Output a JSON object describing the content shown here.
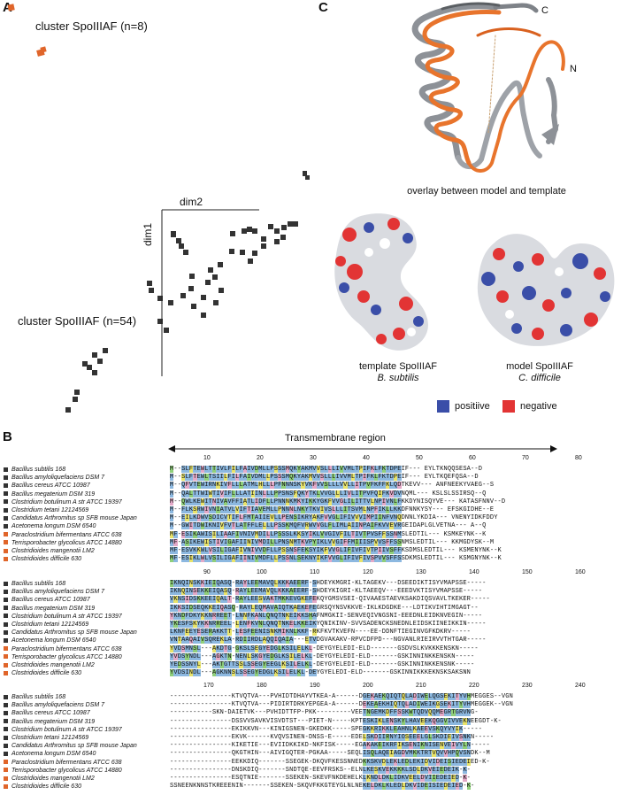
{
  "panels": {
    "A": "A",
    "B": "B",
    "C": "C"
  },
  "colors": {
    "cluster_dark": "#333333",
    "cluster_orange": "#e0652a",
    "positive": "#3a4ea8",
    "negative": "#e23434",
    "template_ribbon": "#9ea2a8",
    "model_ribbon": "#e8742c",
    "tm_blue": "#8cb8e0",
    "conserved_green": "#8fcf7a",
    "conserved_pink": "#e3a9c8",
    "conserved_yellow": "#e8e36a"
  },
  "panel_a": {
    "cluster_small_label": "cluster SpoIIIAF (n=8)",
    "cluster_large_label": "cluster SpoIIIAF (n=54)",
    "axis_x_label": "dim2",
    "axis_y_label": "dim1"
  },
  "panel_c": {
    "ribbon_caption": "overlay between model and template",
    "c_terminus": "C",
    "n_terminus": "N",
    "template_title": "template SpoIIIAF",
    "template_species": "B. subtilis",
    "model_title": "model SpoIIIAF",
    "model_species": "C. difficile",
    "legend_positive": "positiive",
    "legend_negative": "negative"
  },
  "panel_b": {
    "region_label": "Transmembrane region",
    "species": [
      {
        "name": "Bacillus subtilis 168",
        "group": "dark"
      },
      {
        "name": "Bacillus amyloliquefaciens DSM 7",
        "group": "dark"
      },
      {
        "name": "Bacillus cereus ATCC 10987",
        "group": "dark"
      },
      {
        "name": "Bacillus megaterium DSM 319",
        "group": "dark"
      },
      {
        "name": "Clostridium botulinum A str ATCC 19397",
        "group": "dark"
      },
      {
        "name": "Clostridium tetani 12124569",
        "group": "dark"
      },
      {
        "name": "Candidatus Arthromitus sp SFB mouse Japan",
        "group": "dark"
      },
      {
        "name": "Acetonema longum DSM 6540",
        "group": "dark"
      },
      {
        "name": "Paraclostridium bifermentans ATCC 638",
        "group": "orange"
      },
      {
        "name": "Terrisporobacter glycolicus ATCC 14880",
        "group": "orange"
      },
      {
        "name": "Clostridioides mangenotii LM2",
        "group": "orange"
      },
      {
        "name": "Clostridioides difficile 630",
        "group": "orange"
      }
    ],
    "blocks": [
      {
        "ruler": [
          "10",
          "20",
          "30",
          "40",
          "50",
          "60",
          "70",
          "80"
        ],
        "rows": [
          "M--SLFTEWLTTIVLFILFAIVDMLLPSSSMQKYAKMVVSLLLIVVMLTPIFKLFKTDPEIF--- EYLTKNQQSESA--D",
          "M--SLFTEWLTSIILFILFAIVDMLLPSSSMQKYAKMVVSLLLIVVMLTPIFKLFKTDPEIF--- EYLTKQEFQSA--D",
          "M--QFVTEWIRNKIVFLLLATMLHLLLPFNNNSKYVKFVVSLLLVVLLITPVFKFFKLQDTKEVV--- ANFNEEKYVAEG--S",
          "M--QALTTWIWTIVIFLLLATIINLLLPPSNSFQKYTKLVVGLLLIVLITPVFQIFKVDVNQML--- KSLSLSSIRSQ--Q",
          "M--QWLKEWITNIVAVFFIATLIDFLLPNNNKMKYIKKYGKFVVGLILITTVLNPIVNLFKKDYNISQYVE--- KATASFNNV--D",
          "M--FLKSRWIVNIATVLVIFTIAVEMLLPNNNLNKYTKVIVSLLLITSVMLNPFIKLLKKDFNNKYSY--- EFSKGIDHE--E",
          "M--EILKDWVSDICVTIFLFMTAIIEVLLPENSIKRYAKFVVGLIFIVVVIMPIINFVNQDNNLYKDIA--- VNENYIDKFDDY",
          "M--GWITDWIKNIVFVTLATFFLELLLPSSKMQFVRWVVGLFLIMLAIINPAIFKVVEVRGEIDAPLGLVETNA--- A--Q",
          "MF-ESIKAWISILIAAFIVNIVMDILLPSSSLKKSYIKLVVGIVFILTIVTPVSFFSSNMSLEDTIL--- KSMKEYNK--K",
          "MF-ASIKEWISTIVIGAFIINIVMDILLPNSNMTKVPYIKLVVGIFFMIIISPVVSFFSSNMSLEDTIL--- KKMGDYSK--M",
          "MF-ESVKKWLVSILIGAFIVNIVVDFLLPSSNSFEKSYIKFVVGLIFIVFIVTPIIVSFFKSDMSLEDTIL--- KSMENYNK--K",
          "MF-ESIKLWLVSILIGAFIINIVMDFLLPSSNLSEKNYIKFVVGLIFIVFIVSPVVSFFSSDKMSLEDTIL--- KSMGNYNK--K"
        ]
      },
      {
        "ruler": [
          "90",
          "100",
          "110",
          "120",
          "130",
          "140",
          "150",
          "160"
        ],
        "rows": [
          "IKNQINSKKIEIQASQ-RAYLEEMAVQLKKKAEERF-SHDEYKMGRI-KLTAGEKV---DSEEDIKTISYVMAPSSE-----",
          "IKNQINSEKKEIQASQ-RAYLEEMAVQLKKKAEERF-SHDEYKIGRI-KLTAEEQV---EEEDVKTISYVMAPSSE-----",
          "VKNSIDSKKEEIQALT-RAYLEESVAKTMKKEVGKEFEKQYGMSVSEI-QIVAAESTAEVKSAKDIQSVAVLTKEKER-----",
          "IKKSIDSEQKKEIQASQ-RAYLEQMAVAIQTKAEKEFEGRSQYNSVKKVE-IKLKDGDKE---LDTIKVIHTIMGAGT--",
          "YKNDFDKYKKNRREET-LNNFKANLQNQTNKEIKKSHAFNMGKII-SENVEQIVNGSNI-EEEDNLEIDKNVEGIN-----",
          "YKESFSKYKKNRREEL-LENFKVNLQNQTNKELKKEIKYQNIKINV-SVVSADENCKSNEDNLEIDSKIINEIKKIN-----",
          "LKNFEEYESERAKKTT-LESFEENISNKMIKNLKKF-RKFKVTKVEFN----EE-DDNFTIEGINVGFKDKRV-----",
          "VNTAAQAIVSQREKLA-RDIIRDLAQQIQAIA---ETVDGVAKAKV-RPVCDFPD---NGVANLRIEIRVVTHTGAR-----",
          "YVDSMNSL---AKDTG-GKSLSEGYEDGLKSILELKL-DEYGYELEDI-ELD-------GSDVSLKVKKKENSKN-----",
          "YVDSYNDL---AGKTN-NENLSKGYEDGLKSILELKL-DEYGYELEDI-ELD-------GSKINNINKKENSKN-----",
          "YEDSSNYL---AKTGTTSSLSSEGYEEGLKSILELKL-DEYGYELEDI-ELD-------GSKINNINKKENSNK-----",
          "YVDSINDL---AGKNNSLSSEGYEDGLKSILELKL-DEYGYELEDI-ELD-------GSKINNIKKKEKNSKSAKSNN"
        ]
      },
      {
        "ruler": [
          "170",
          "180",
          "190",
          "200",
          "210",
          "220",
          "230",
          "240"
        ],
        "rows": [
          "----------------KTVQTVA---PVHIDTDHAYVTKEA-A------DGEKAEKQIQTQLADIWELQGSEKITYVHMEGGES--VGN",
          "----------------KTVQTVA---PIDIRTDRKYEPGEA-A------DEKEAEKHIQTQLADIWEIKGSEKITYVHMEGGEK--VGN",
          "-----------SKN-DAIETVK---PVHIDTTFP-PKK---------VEETNGEMKDFFSSKWTQDVQQMEGRTGRVNG-",
          "----------------DSSVVSAVKVISVDTST---PIET-N-----KPTESKIKLENSKYLHAVEEKQGGVIVVEKNEEGDT-K-",
          "----------------EKIKKVN---KINIGSNEN-GKEDKK-----SPEGKKRIKKLEAHNLKAEEVSKQYVYIK-----",
          "----------------EKVK------KVQVSINEN-DNSS-E-----EDELSKDIIRNYIOSEEELGLSKDIEIVSNKN-----",
          "----------------KIKETIE---EVIIDKKIKD-NKFISK-----EGAKAKEIKRFIKSENIKNISENVEIVYLN-----",
          "----------------QKGTHIN---AIVIGQTER-PGKAA-----SEQLISQLAQEIAGDVMKKTRTVQVVHPQVSNDK--M",
          "----------------EEKKDIQ-------SSEGEK-DKQVFKESSNNEDKKSKVDLEKLEDLEKIDVIDEISIEDEIED-K-",
          "----------------DNSKDIQ-------SNDTQE-EEVFRSKS--ELNLKESKVEKKKKLSDLDKVEIEDEIK-K-",
          "----------------ESQTNIE-------SSEKEN-SKEVFNKDEHELKLKNDLDKLIDKVEELDVIIEDEIED-K-",
          "SSNEENKNNSTKREEENIN-------SSEKEN-SKQVFKKGTEYGLNLNEKELDKLKLEDLDKVIDEISIEDEIED-K-"
        ]
      }
    ]
  }
}
